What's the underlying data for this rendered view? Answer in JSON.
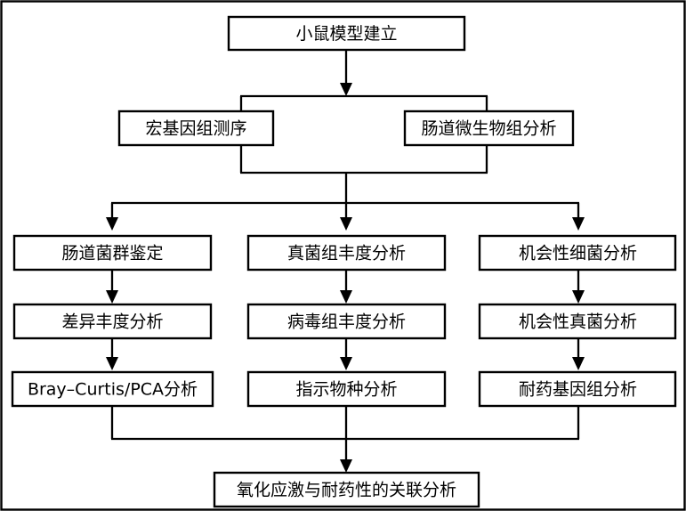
{
  "diagram": {
    "title_text": "",
    "colors": {
      "background": "#ffffff",
      "stroke": "#000000",
      "box_fill": "#ffffff",
      "text": "#000000"
    },
    "nodes": {
      "root": "小鼠模型建立",
      "level2_left": "宏基因组测序",
      "level2_right": "肠道微生物组分析",
      "col1_row1": "肠道菌群鉴定",
      "col1_row2": "差异丰度分析",
      "col1_row3": "Bray–Curtis/PCA分析",
      "col2_row1": "真菌组丰度分析",
      "col2_row2": "病毒组丰度分析",
      "col2_row3": "指示物种分析",
      "col3_row1": "机会性细菌分析",
      "col3_row2": "机会性真菌分析",
      "col3_row3": "耐药基因组分析",
      "final": "氧化应激与耐药性的关联分析"
    }
  }
}
